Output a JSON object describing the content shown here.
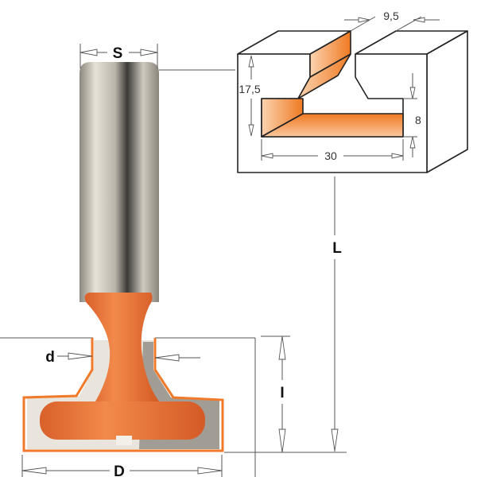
{
  "title": "T-slot router bit dimension diagram",
  "labels": {
    "shank_diameter": "S",
    "neck_diameter": "d",
    "cutting_diameter": "D",
    "cutting_height": "I",
    "overall_length": "L"
  },
  "slot_dimensions": {
    "top_width": "9,5",
    "total_depth": "17,5",
    "slot_height": "8",
    "slot_width": "30"
  },
  "colors": {
    "accent_orange": "#f07a2a",
    "shank_gray": "#a8a39a",
    "line": "#555555"
  }
}
